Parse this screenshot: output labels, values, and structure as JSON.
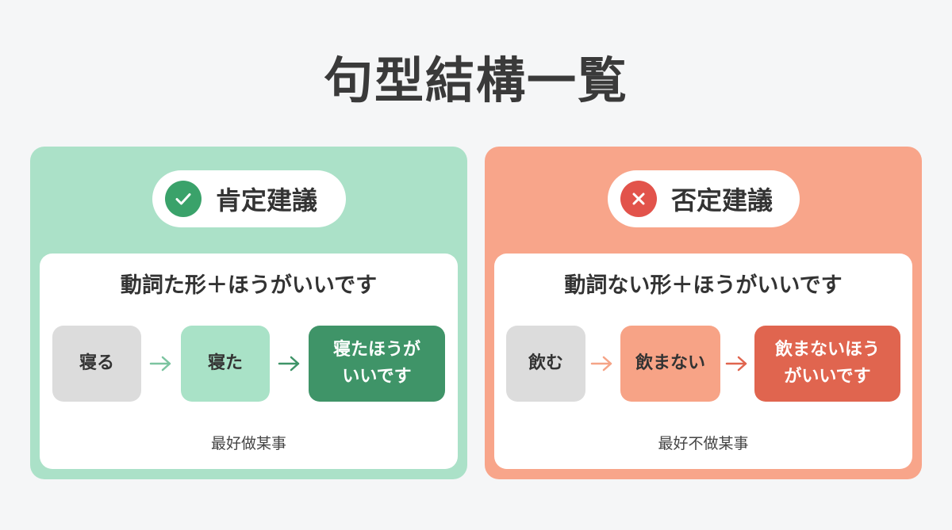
{
  "title": "句型結構一覧",
  "colors": {
    "background": "#f5f6f7",
    "positive_panel": "#abe1c8",
    "positive_accent": "#3aa26a",
    "positive_result": "#3f9468",
    "negative_panel": "#f8a58a",
    "negative_accent": "#e2534b",
    "negative_result": "#e0654f",
    "base_box": "#dcdcdc"
  },
  "panels": {
    "positive": {
      "icon": "check-circle-icon",
      "label": "肯定建議",
      "formula": "動詞た形＋ほうがいいです",
      "steps": [
        "寝る",
        "寝た",
        "寝たほうが\nいいです"
      ],
      "step_lines": {
        "result_line1": "寝たほうが",
        "result_line2": "いいです"
      },
      "meaning": "最好做某事"
    },
    "negative": {
      "icon": "x-circle-icon",
      "label": "否定建議",
      "formula": "動詞ない形＋ほうがいいです",
      "steps": [
        "飲む",
        "飲まない",
        "飲まないほう\nがいいです"
      ],
      "step_lines": {
        "result_line1": "飲まないほう",
        "result_line2": "がいいです"
      },
      "meaning": "最好不做某事"
    }
  }
}
